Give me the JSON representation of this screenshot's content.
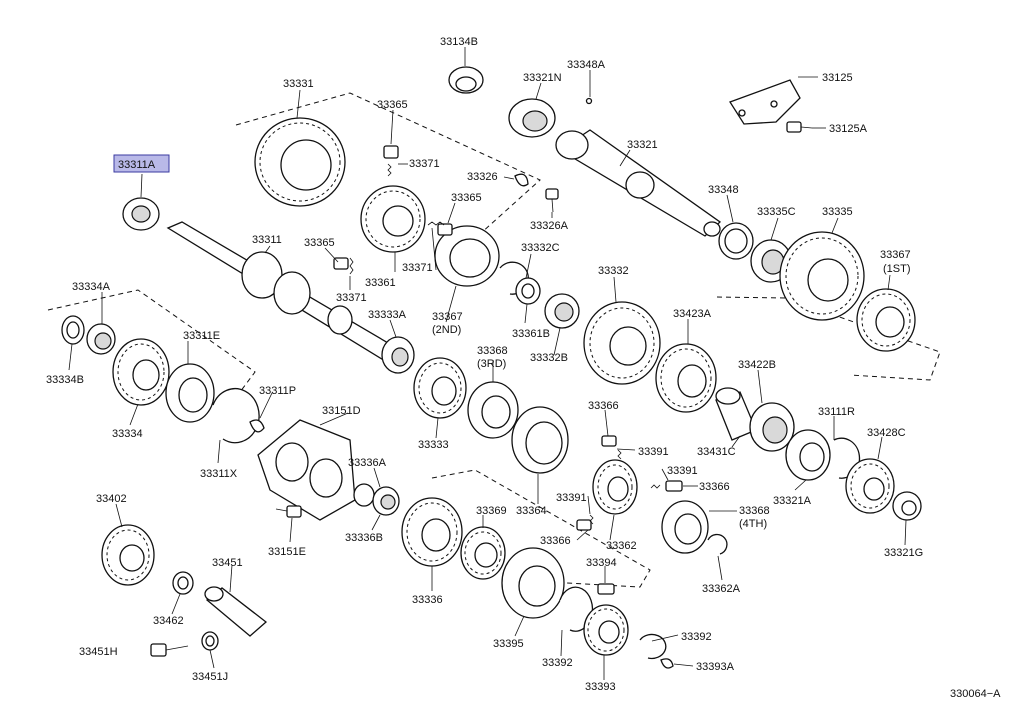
{
  "labels": {
    "p33134B": "33134B",
    "p33348A": "33348A",
    "p33125": "33125",
    "p33331": "33331",
    "p33321N": "33321N",
    "p33365a": "33365",
    "p33125A": "33125A",
    "p33311A": "33311A",
    "p33371a": "33371",
    "p33321": "33321",
    "p33326": "33326",
    "p33365b": "33365",
    "p33348": "33348",
    "p33335C": "33335C",
    "p33335": "33335",
    "p33326A": "33326A",
    "p33311": "33311",
    "p33365c": "33365",
    "p33332C": "33332C",
    "p33367_1st": "33367",
    "p1st": "(1ST)",
    "p33371b": "33371",
    "p33361": "33361",
    "p33371c": "33371",
    "p33334A": "33334A",
    "p33332": "33332",
    "p33367_2nd": "33367",
    "p2nd": "(2ND)",
    "p33361B": "33361B",
    "p33333A": "33333A",
    "p33423A": "33423A",
    "p33311E": "33311E",
    "p33368_3rd": "33368",
    "p3rd": "(3RD)",
    "p33332B": "33332B",
    "p33422B": "33422B",
    "p33334B": "33334B",
    "p33311P": "33311P",
    "p33151D": "33151D",
    "p33366a": "33366",
    "p33111R": "33111R",
    "p33334": "33334",
    "p33333": "33333",
    "p33391a": "33391",
    "p33431C": "33431C",
    "p33428C": "33428C",
    "p33311X": "33311X",
    "p33336A": "33336A",
    "p33391b": "33391",
    "p33366b": "33366",
    "p33402": "33402",
    "p33391c": "33391",
    "p33321A": "33321A",
    "p33369": "33369",
    "p33364": "33364",
    "p33368_4th": "33368",
    "p4th": "(4TH)",
    "p33336B": "33336B",
    "p33366c": "33366",
    "p33362": "33362",
    "p33151E": "33151E",
    "p33321G": "33321G",
    "p33451": "33451",
    "p33394": "33394",
    "p33362A": "33362A",
    "p33462": "33462",
    "p33336": "33336",
    "p33395": "33395",
    "p33392a": "33392",
    "p33392b": "33392",
    "p33451H": "33451H",
    "p33451J": "33451J",
    "p33393": "33393",
    "p33393A": "33393A"
  },
  "diagram_code": "330064−A",
  "highlight_color": "#b9b9e8"
}
